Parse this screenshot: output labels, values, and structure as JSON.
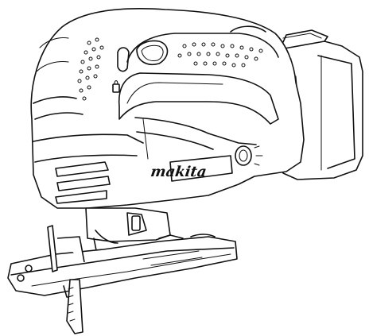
{
  "illustration": {
    "subject": "cordless-jigsaw",
    "brand_text": "makita",
    "style": "black-line-art",
    "colors": {
      "line": "#111111",
      "background": "#ffffff"
    }
  }
}
